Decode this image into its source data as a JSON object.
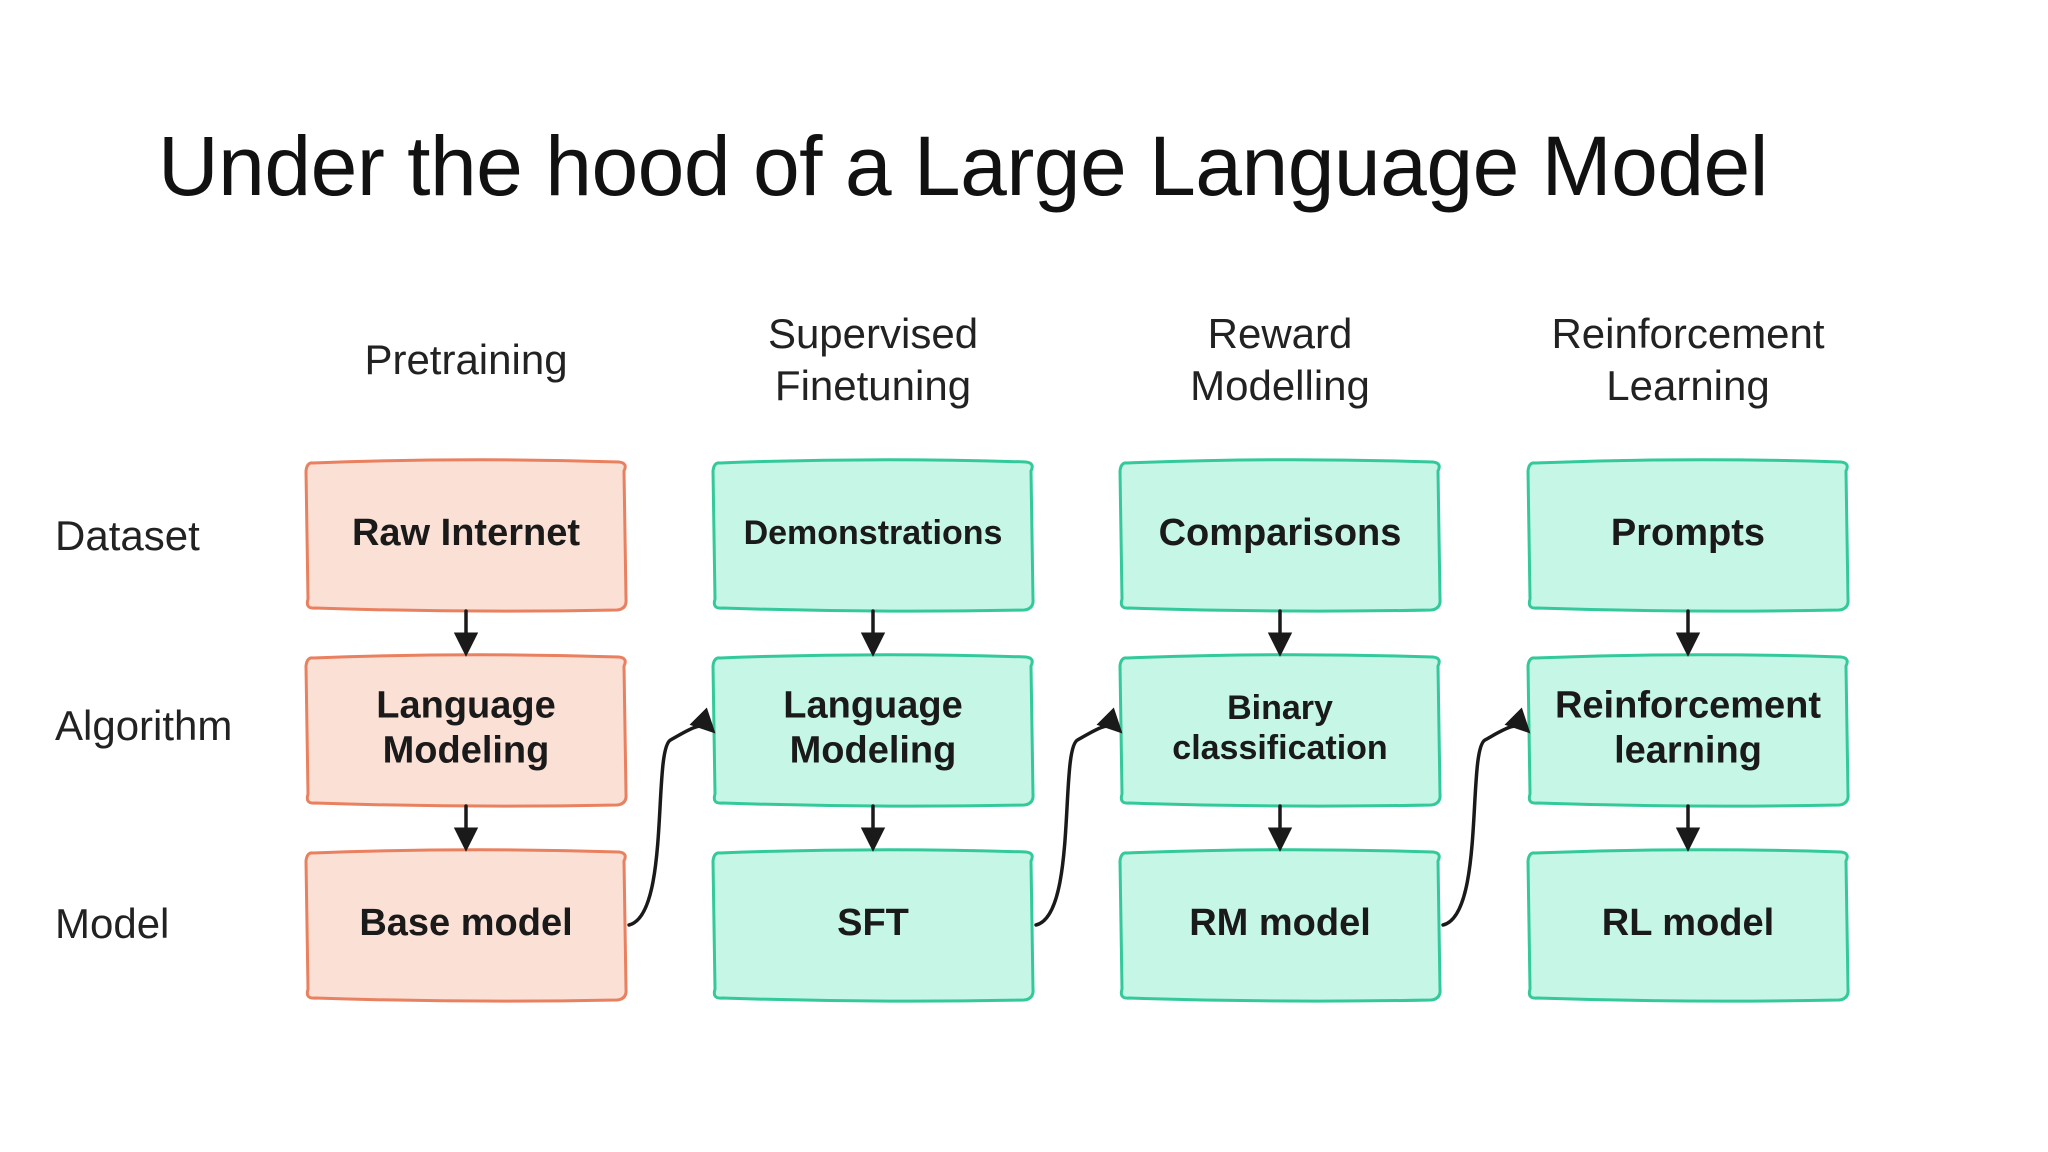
{
  "title": "Under the hood of a Large Language Model",
  "row_labels": [
    "Dataset",
    "Algorithm",
    "Model"
  ],
  "stages": [
    {
      "header": [
        "Pretraining"
      ],
      "color": {
        "fill": "#fbe0d6",
        "stroke": "#e9805f"
      },
      "nodes": [
        [
          "Raw Internet"
        ],
        [
          "Language",
          "Modeling"
        ],
        [
          "Base model"
        ]
      ]
    },
    {
      "header": [
        "Supervised",
        "Finetuning"
      ],
      "color": {
        "fill": "#c6f6e6",
        "stroke": "#33c99a"
      },
      "nodes": [
        [
          "Demonstrations"
        ],
        [
          "Language",
          "Modeling"
        ],
        [
          "SFT"
        ]
      ]
    },
    {
      "header": [
        "Reward",
        "Modelling"
      ],
      "color": {
        "fill": "#c6f6e6",
        "stroke": "#33c99a"
      },
      "nodes": [
        [
          "Comparisons"
        ],
        [
          "Binary",
          "classification"
        ],
        [
          "RM model"
        ]
      ]
    },
    {
      "header": [
        "Reinforcement",
        "Learning"
      ],
      "color": {
        "fill": "#c6f6e6",
        "stroke": "#33c99a"
      },
      "nodes": [
        [
          "Prompts"
        ],
        [
          "Reinforcement",
          "learning"
        ],
        [
          "RL model"
        ]
      ]
    }
  ],
  "arrow_color": "#1a1a1a"
}
